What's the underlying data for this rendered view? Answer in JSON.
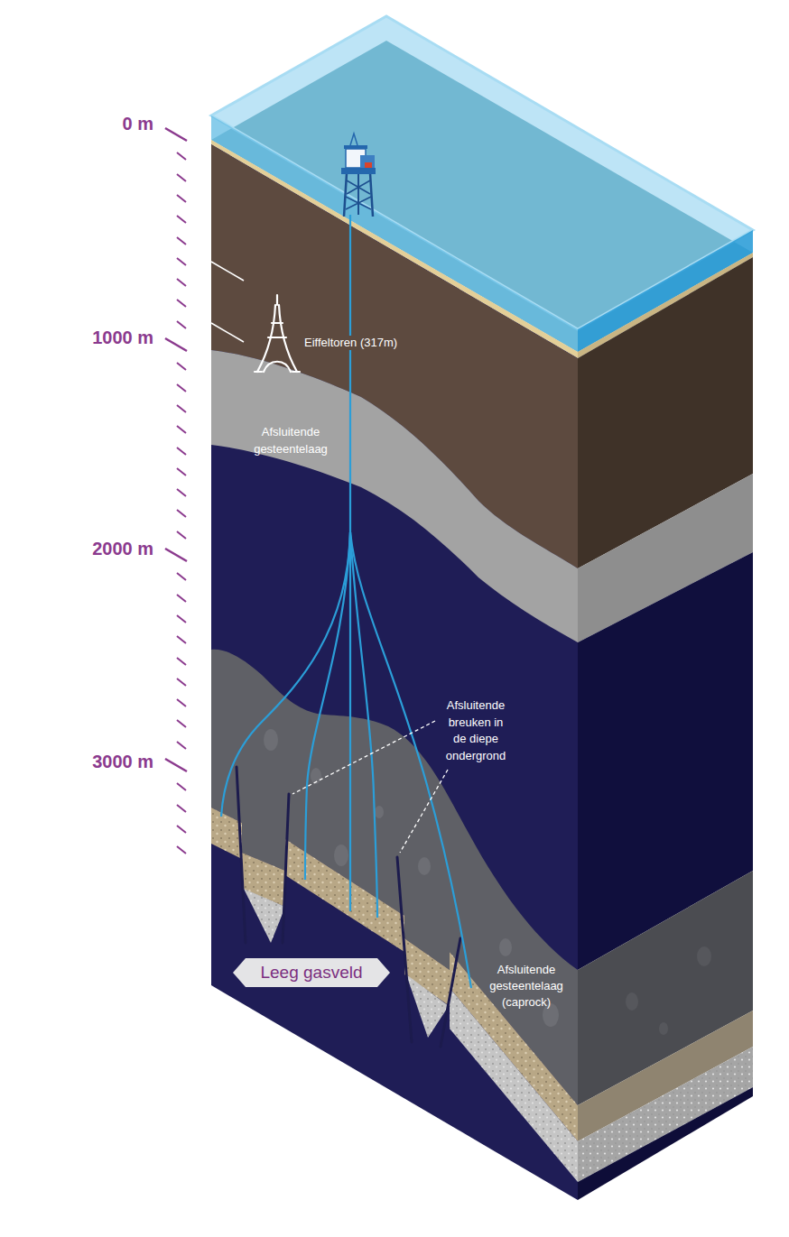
{
  "diagram": {
    "nodes": [
      {
        "text": [
          "Leeg gasveld"
        ]
      }
    ],
    "labels": [
      "0 m",
      "1000 m",
      "2000 m",
      "3000 m",
      "Eiffeltoren (317m)",
      "Afsluitende gesteentelaag",
      "Afsluitende breuken in de diepe ondergrond",
      "Afsluitende gesteentelaag (caprock)"
    ]
  }
}
